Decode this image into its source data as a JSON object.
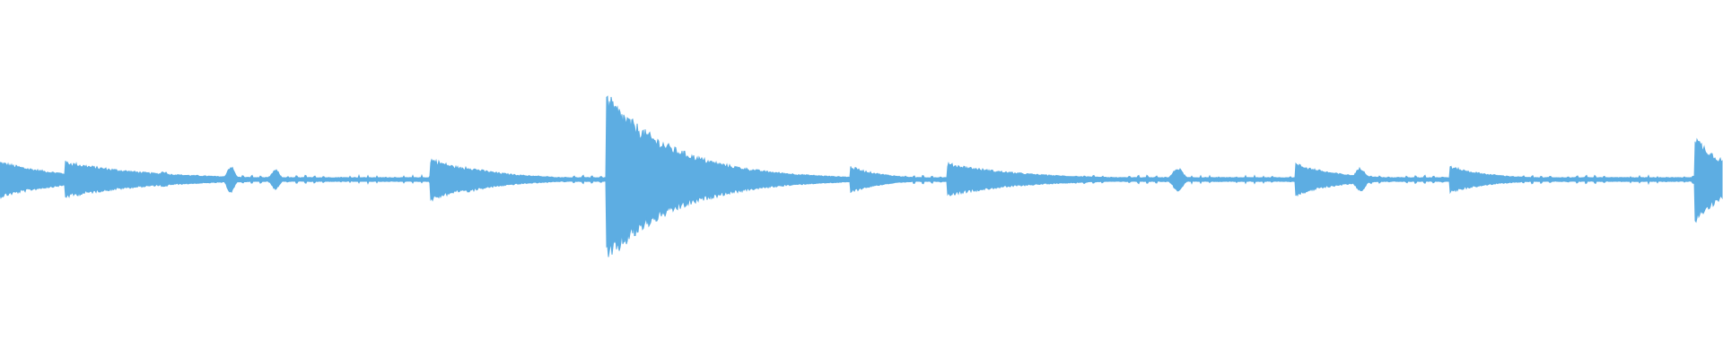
{
  "waveform": {
    "color": "#5DADE2",
    "background": "#ffffff",
    "amplitude_range": [
      -1,
      1
    ],
    "events": [
      {
        "t": 0.0,
        "amp": 0.11,
        "decay": 0.035,
        "kind": "onset"
      },
      {
        "t": 0.038,
        "amp": 0.11,
        "decay": 0.05,
        "kind": "onset"
      },
      {
        "t": 0.095,
        "amp": 0.05,
        "decay": 0.004,
        "kind": "tick"
      },
      {
        "t": 0.134,
        "amp": 0.08,
        "decay": 0.003,
        "kind": "tick"
      },
      {
        "t": 0.16,
        "amp": 0.06,
        "decay": 0.003,
        "kind": "tick"
      },
      {
        "t": 0.25,
        "amp": 0.13,
        "decay": 0.03,
        "kind": "onset"
      },
      {
        "t": 0.27,
        "amp": 0.08,
        "decay": 0.03,
        "kind": "onset"
      },
      {
        "t": 0.352,
        "amp": 0.52,
        "decay": 0.04,
        "kind": "onset"
      },
      {
        "t": 0.494,
        "amp": 0.08,
        "decay": 0.02,
        "kind": "onset"
      },
      {
        "t": 0.55,
        "amp": 0.1,
        "decay": 0.045,
        "kind": "onset"
      },
      {
        "t": 0.684,
        "amp": 0.07,
        "decay": 0.004,
        "kind": "tick"
      },
      {
        "t": 0.752,
        "amp": 0.1,
        "decay": 0.025,
        "kind": "onset"
      },
      {
        "t": 0.79,
        "amp": 0.07,
        "decay": 0.004,
        "kind": "tick"
      },
      {
        "t": 0.842,
        "amp": 0.08,
        "decay": 0.025,
        "kind": "onset"
      },
      {
        "t": 0.984,
        "amp": 0.27,
        "decay": 0.02,
        "kind": "onset"
      }
    ],
    "noise_floor": 0.012,
    "tick_spacing": 0.0052
  }
}
